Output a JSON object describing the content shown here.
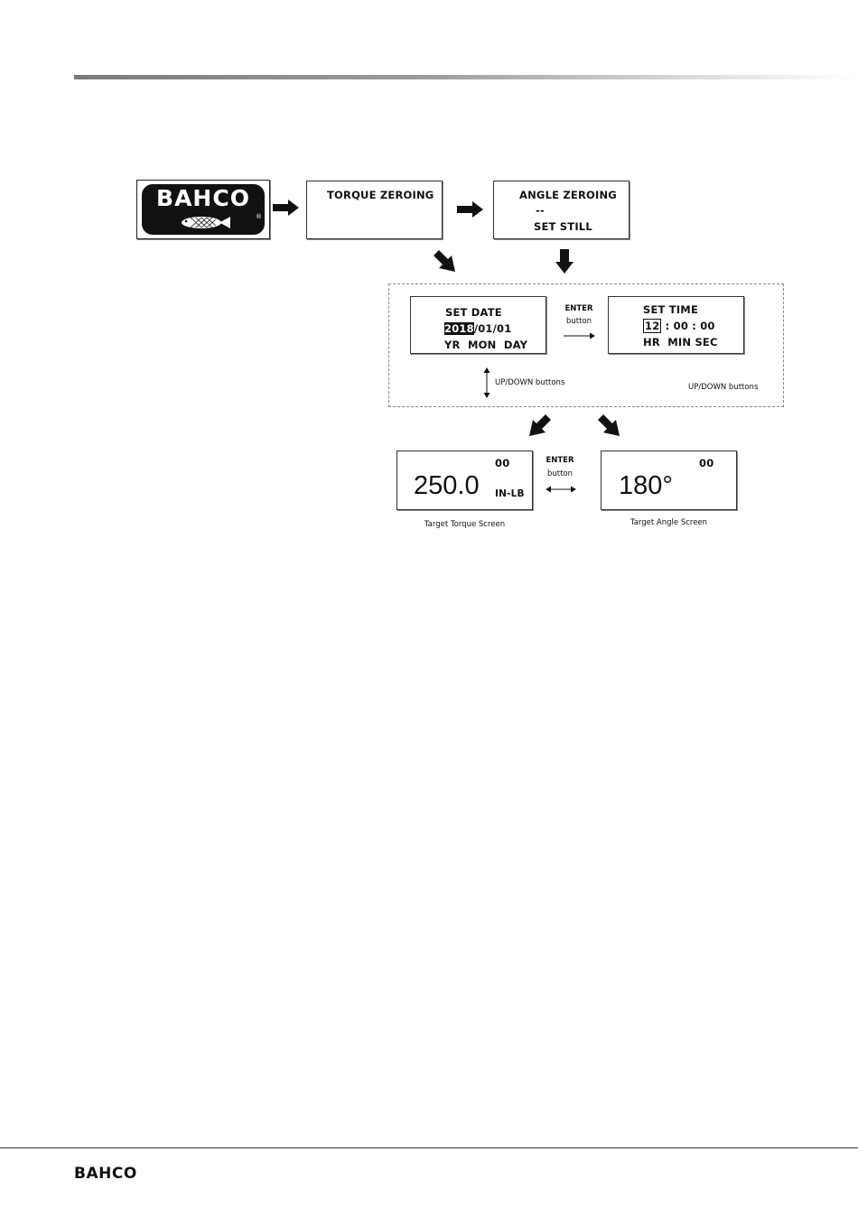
{
  "logo": {
    "brand": "BAHCO",
    "registered": "®"
  },
  "flow": {
    "torque_zeroing": "TORQUE ZEROING",
    "angle_zeroing": {
      "line1": "ANGLE ZEROING",
      "line2": "--",
      "line3": "SET STILL"
    }
  },
  "set_date": {
    "title": "SET DATE",
    "value_highlight": "2018",
    "value_rest": "/01/01",
    "units": "YR  MON  DAY"
  },
  "set_time": {
    "title": "SET TIME",
    "value_highlight": "12",
    "value_rest": " : 00 : 00",
    "units": "HR  MIN SEC"
  },
  "enter_button_top": {
    "line1": "ENTER",
    "line2": "button"
  },
  "updown_left": "UP/DOWN buttons",
  "updown_right": "UP/DOWN buttons",
  "torque_screen": {
    "counter": "00",
    "value": "250.0",
    "unit": "IN-LB",
    "caption": "Target Torque Screen"
  },
  "angle_screen": {
    "counter": "00",
    "value": "180°",
    "caption": "Target Angle Screen"
  },
  "enter_button_bottom": {
    "line1": "ENTER",
    "line2": "button"
  },
  "footer": {
    "brand": "BAHCO"
  },
  "colors": {
    "ink": "#111111",
    "border": "#333333",
    "dashed": "#888888"
  }
}
